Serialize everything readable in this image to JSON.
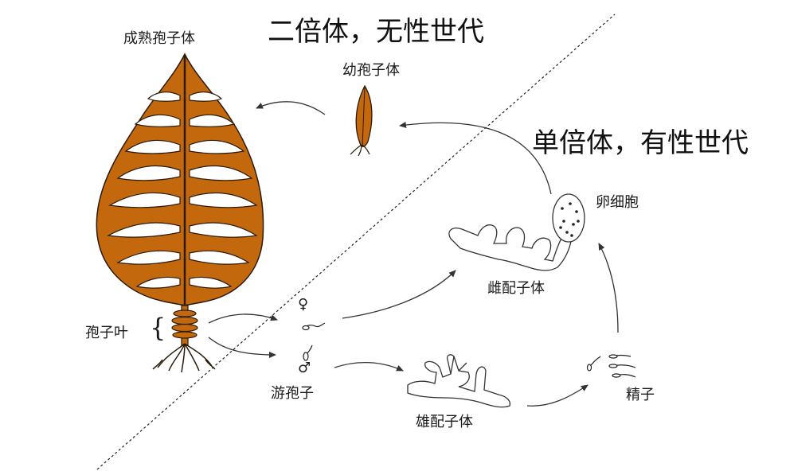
{
  "labels": {
    "diploid_generation": "二倍体，无性世代",
    "haploid_generation": "单倍体，有性世代",
    "mature_sporophyte": "成熟孢子体",
    "young_sporophyte": "幼孢子体",
    "sporophyll": "孢子叶",
    "zoospore": "游孢子",
    "female_gametophyte": "雌配子体",
    "male_gametophyte": "雄配子体",
    "egg_cell": "卵细胞",
    "sperm": "精子",
    "female_symbol": "♀",
    "male_symbol": "♂",
    "brace": "{"
  },
  "colors": {
    "sporophyte_fill": "#c4680e",
    "outline": "#2a1a08",
    "arrow": "#333333"
  }
}
